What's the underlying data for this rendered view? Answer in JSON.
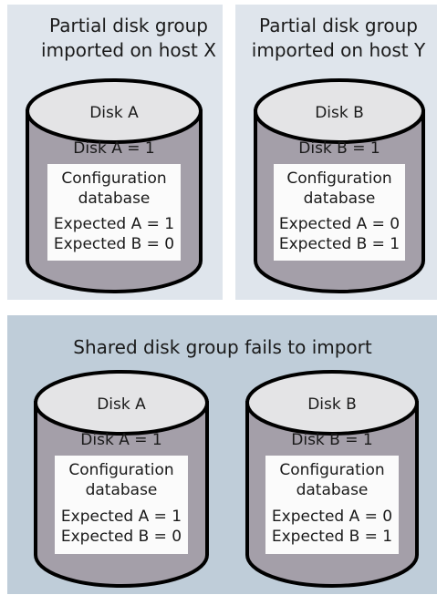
{
  "colors": {
    "top_panel": "#dfe5ec",
    "bottom_panel": "#bfcdd9",
    "disk_body": "#a49fa9",
    "disk_top": "#e4e4e6",
    "config_box": "#fbfbfb",
    "stroke": "#000000"
  },
  "top_left": {
    "title_line1": "Partial disk group",
    "title_line2": "imported on host X",
    "disk": {
      "name": "Disk A",
      "value": "Disk A = 1",
      "config_line1": "Configuration",
      "config_line2": "database",
      "expected_a": "Expected A = 1",
      "expected_b": "Expected B = 0"
    }
  },
  "top_right": {
    "title_line1": "Partial disk group",
    "title_line2": "imported on host Y",
    "disk": {
      "name": "Disk B",
      "value": "Disk B = 1",
      "config_line1": "Configuration",
      "config_line2": "database",
      "expected_a": "Expected A = 0",
      "expected_b": "Expected B = 1"
    }
  },
  "bottom": {
    "title": "Shared disk group fails to import",
    "disk_a": {
      "name": "Disk A",
      "value": "Disk A = 1",
      "config_line1": "Configuration",
      "config_line2": "database",
      "expected_a": "Expected A = 1",
      "expected_b": "Expected B = 0"
    },
    "disk_b": {
      "name": "Disk B",
      "value": "Disk B = 1",
      "config_line1": "Configuration",
      "config_line2": "database",
      "expected_a": "Expected A = 0",
      "expected_b": "Expected B = 1"
    }
  }
}
